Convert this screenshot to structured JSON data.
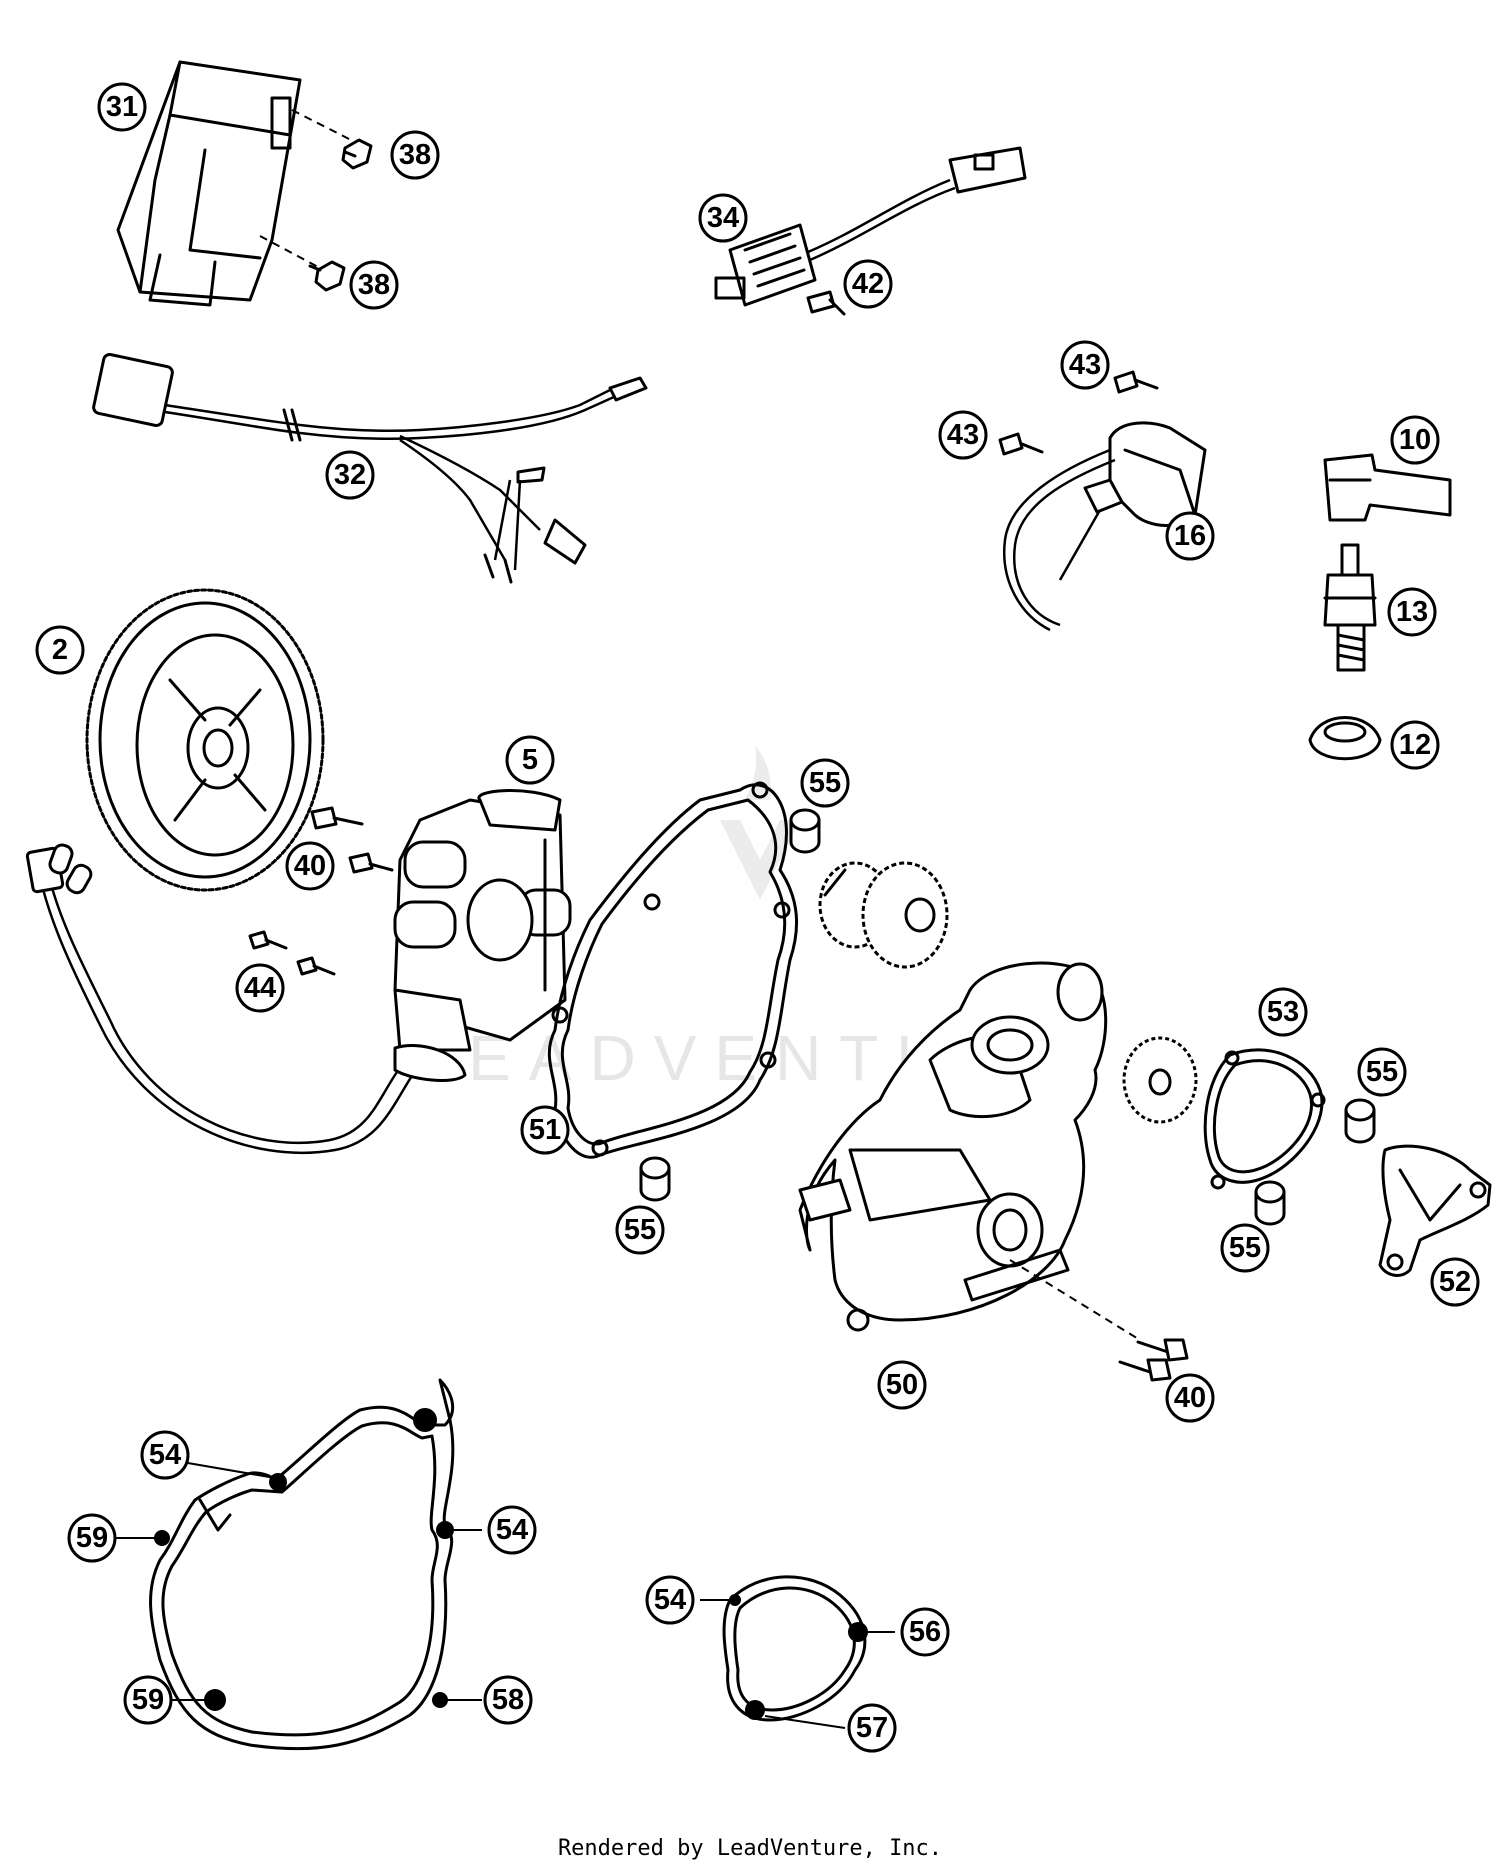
{
  "watermark": "LEADVENTURE",
  "footer": "Rendered by LeadVenture, Inc.",
  "callouts": {
    "c31": "31",
    "c38a": "38",
    "c38b": "38",
    "c34": "34",
    "c42": "42",
    "c32": "32",
    "c43a": "43",
    "c43b": "43",
    "c10": "10",
    "c16": "16",
    "c13": "13",
    "c12": "12",
    "c2": "2",
    "c5": "5",
    "c55a": "55",
    "c40a": "40",
    "c44": "44",
    "c51": "51",
    "c55b": "55",
    "c53": "53",
    "c55c": "55",
    "c55d": "55",
    "c52": "52",
    "c50": "50",
    "c40b": "40",
    "c54a": "54",
    "c59a": "59",
    "c54b": "54",
    "c59b": "59",
    "c58": "58",
    "c54c": "54",
    "c56": "56",
    "c57": "57"
  }
}
